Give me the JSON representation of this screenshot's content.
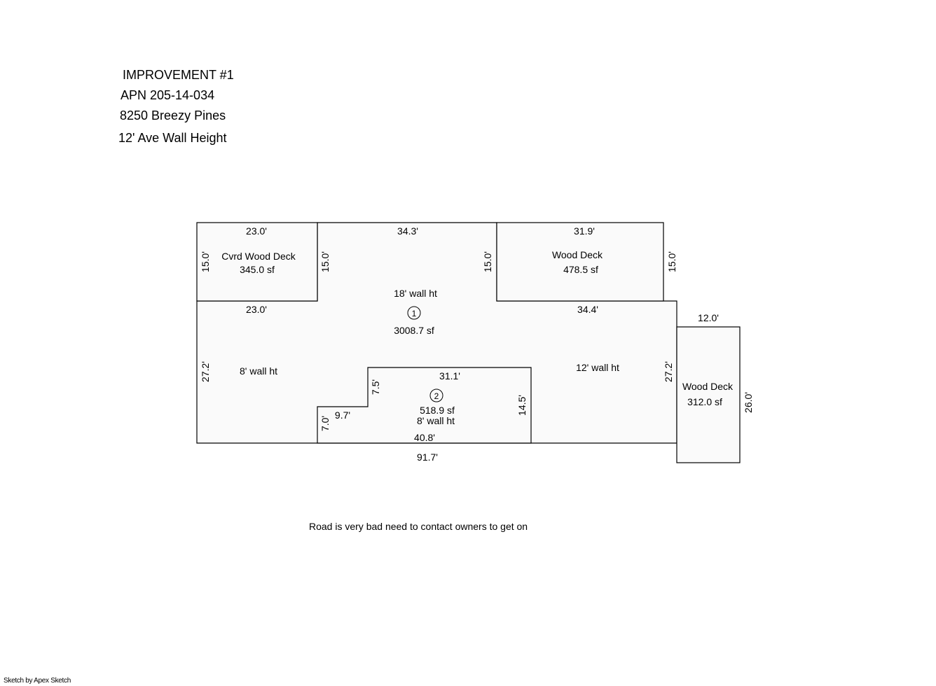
{
  "header": {
    "title": "IMPROVEMENT #1",
    "apn": "APN 205-14-034",
    "address": "8250 Breezy Pines",
    "wall_height": "12' Ave Wall Height"
  },
  "sketch": {
    "cvrd_deck": {
      "name": "Cvrd Wood Deck",
      "area": "345.0 sf",
      "dim_top": "23.0'",
      "dim_left": "15.0'",
      "dim_right": "15.0'"
    },
    "wood_deck_top": {
      "name": "Wood Deck",
      "area": "478.5 sf",
      "dim_top": "31.9'",
      "dim_left": "15.0'",
      "dim_right": "15.0'"
    },
    "wood_deck_side": {
      "name": "Wood Deck",
      "area": "312.0 sf",
      "dim_top": "12.0'",
      "dim_right": "26.0'"
    },
    "area1": {
      "number": "1",
      "wall_ht": "18' wall ht",
      "area": "3008.7 sf",
      "dim_top_mid": "34.3'",
      "dim_step_left": "23.0'",
      "dim_step_right": "34.4'",
      "dim_left": "27.2'",
      "dim_right": "27.2'",
      "dim_bottom": "91.7'",
      "left_wall_ht": "8' wall ht",
      "right_wall_ht": "12' wall ht"
    },
    "area2": {
      "number": "2",
      "area": "518.9 sf",
      "wall_ht": "8' wall ht",
      "dim_top": "31.1'",
      "dim_step_v": "7.5'",
      "dim_step_h": "9.7'",
      "dim_left": "7.0'",
      "dim_right": "14.5'",
      "dim_bottom": "40.8'"
    }
  },
  "note": "Road is very bad need to contact owners to get on",
  "credit": "Sketch by Apex Sketch"
}
